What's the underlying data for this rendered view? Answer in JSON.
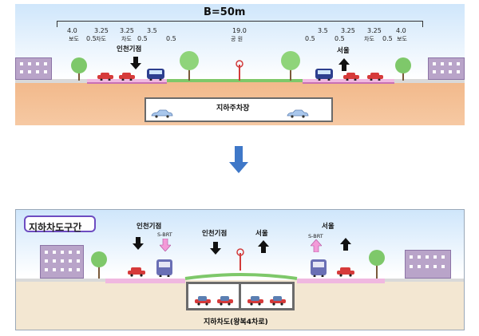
{
  "top": {
    "total_width": "B=50m",
    "dims": [
      {
        "v": "4.0",
        "t": "보도"
      },
      {
        "v": "3.25",
        "t": "차도"
      },
      {
        "v": "3.25",
        "t": "차도"
      },
      {
        "v": "3.5",
        "t": ""
      },
      {
        "v": "19.0",
        "t": "공 원"
      },
      {
        "v": "3.5",
        "t": ""
      },
      {
        "v": "3.25",
        "t": "차도"
      },
      {
        "v": "3.25",
        "t": "차도"
      },
      {
        "v": "4.0",
        "t": "보도"
      }
    ],
    "gaps": [
      "0.5",
      "0.5",
      "0.5",
      "0.5",
      "0.5",
      "0.5"
    ],
    "left_direction": "인천기점",
    "right_direction": "서울",
    "parking_label": "지하주차장"
  },
  "bottom": {
    "section_title": "지하차도구간",
    "dir1": "인천기점",
    "brt1": "S-BRT",
    "dir2": "인천기점",
    "dir3": "서울",
    "dir4": "서울",
    "brt2": "S-BRT",
    "tunnel_label": "지하차도(왕복4차로)"
  },
  "colors": {
    "arrow_black": "#111111",
    "arrow_pink": "#f39bd8",
    "transition_arrow": "#3f78c8",
    "bus_lane": "#f0b8e0"
  }
}
